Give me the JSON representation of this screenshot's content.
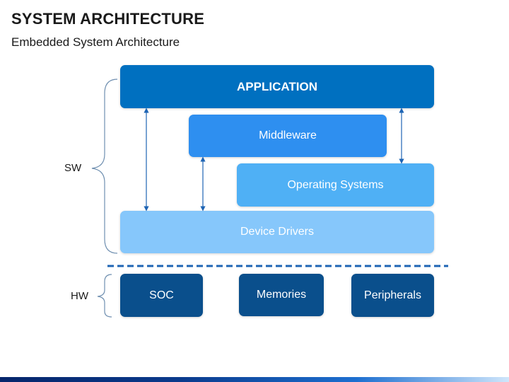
{
  "header": {
    "title": "SYSTEM ARCHITECTURE",
    "subtitle": "Embedded System Architecture"
  },
  "labels": {
    "sw": "SW",
    "hw": "HW"
  },
  "sw_layers": {
    "application": "APPLICATION",
    "middleware": "Middleware",
    "operating_systems": "Operating Systems",
    "device_drivers": "Device Drivers"
  },
  "hw_blocks": {
    "soc": "SOC",
    "memories": "Memories",
    "peripherals": "Peripherals"
  },
  "colors": {
    "application": "#0070c0",
    "middleware": "#2e8ff0",
    "operating_systems": "#4fb0f5",
    "device_drivers": "#86c7fb",
    "hw_block": "#0a4f8c",
    "divider": "#1e64b4",
    "arrow": "#1e64b4",
    "brace": "#6f8fb0"
  }
}
